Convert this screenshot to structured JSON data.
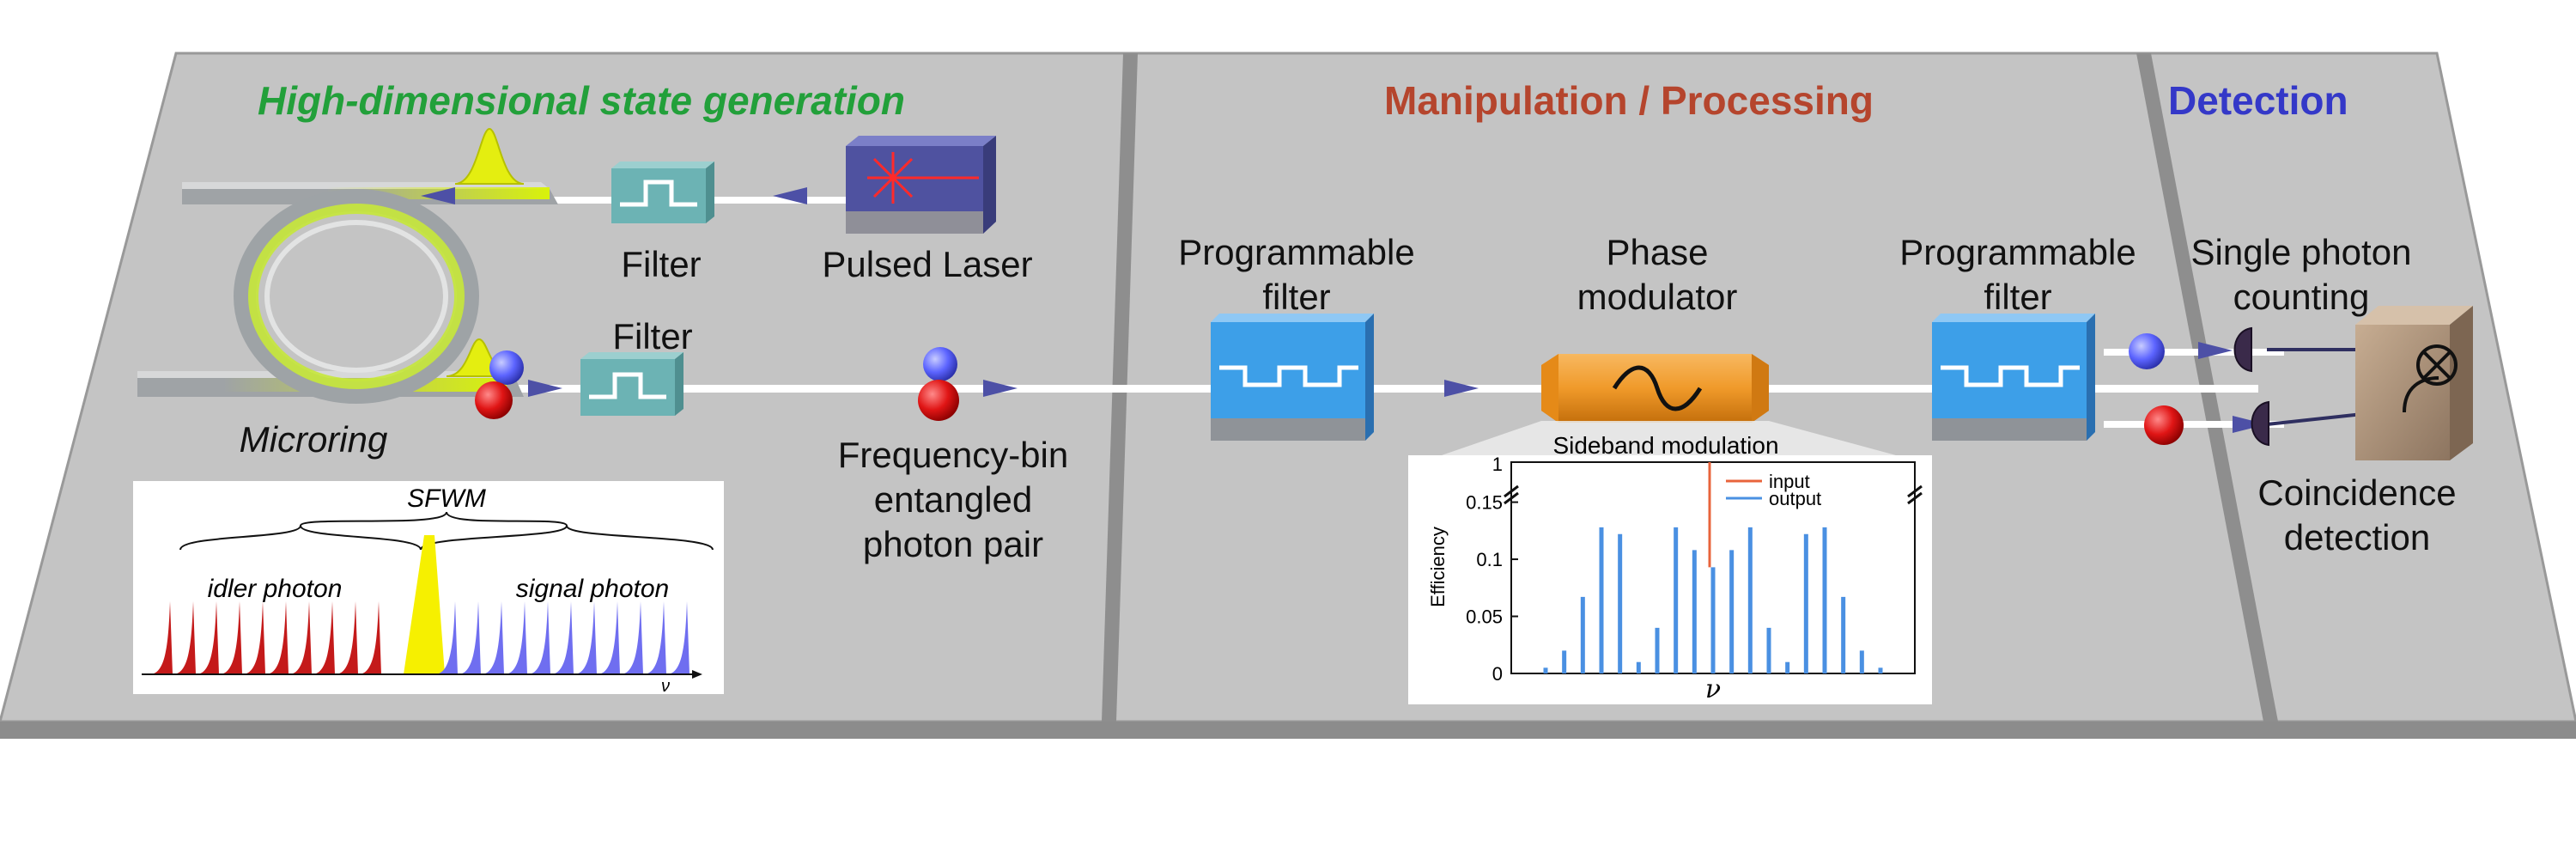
{
  "sections": {
    "generation": {
      "title": "High-dimensional state generation",
      "color": "#22a03a"
    },
    "processing": {
      "title": "Manipulation / Processing",
      "color": "#b5452d"
    },
    "detection": {
      "title": "Detection",
      "color": "#3438c8"
    }
  },
  "labels": {
    "filter_top": "Filter",
    "pulsed_laser": "Pulsed Laser",
    "filter_bottom": "Filter",
    "microring": "Microring",
    "entangled_pair": [
      "Frequency-bin",
      "entangled",
      "photon pair"
    ],
    "prog_filter_1": [
      "Programmable",
      "filter"
    ],
    "phase_modulator": [
      "Phase",
      "modulator"
    ],
    "prog_filter_2": [
      "Programmable",
      "filter"
    ],
    "single_photon": [
      "Single photon",
      "counting"
    ],
    "coincidence": [
      "Coincidence",
      "detection"
    ]
  },
  "sfwm_inset": {
    "title": "SFWM",
    "idler_label": "idler photon",
    "signal_label": "signal photon",
    "axis_label": "ν",
    "idler_color": "#c41a1a",
    "signal_color": "#6f6ef0",
    "pump_color": "#f6f000"
  },
  "chart_data": {
    "type": "bar",
    "title": "Sideband modulation",
    "xlabel": "ν",
    "ylabel": "Efficiency",
    "ylim": [
      0,
      0.17
    ],
    "yticks": [
      "0",
      "0.05",
      "0.1",
      "0.15",
      "1"
    ],
    "axis_break": true,
    "series": [
      {
        "name": "input",
        "color": "#e8643c",
        "x": [
          0
        ],
        "values": [
          1
        ]
      },
      {
        "name": "output",
        "color": "#4a90e2",
        "x": [
          -9,
          -8,
          -7,
          -6,
          -5,
          -4,
          -3,
          -2,
          -1,
          0,
          1,
          2,
          3,
          4,
          5,
          6,
          7,
          8,
          9
        ],
        "values": [
          0.005,
          0.02,
          0.067,
          0.128,
          0.122,
          0.01,
          0.04,
          0.128,
          0.108,
          0.093,
          0.108,
          0.128,
          0.04,
          0.01,
          0.122,
          0.128,
          0.067,
          0.02,
          0.005
        ]
      }
    ]
  },
  "colors": {
    "platform": "#c6c6c6",
    "platform_edge": "#8a8a8a",
    "filter_teal": "#6cb3b4",
    "prog_filter_blue": "#3d9fe8",
    "modulator_orange": "#f09a2a",
    "laser_blue": "#4f52a0",
    "photon_red": "#e01515",
    "photon_blue": "#5c64ff"
  }
}
